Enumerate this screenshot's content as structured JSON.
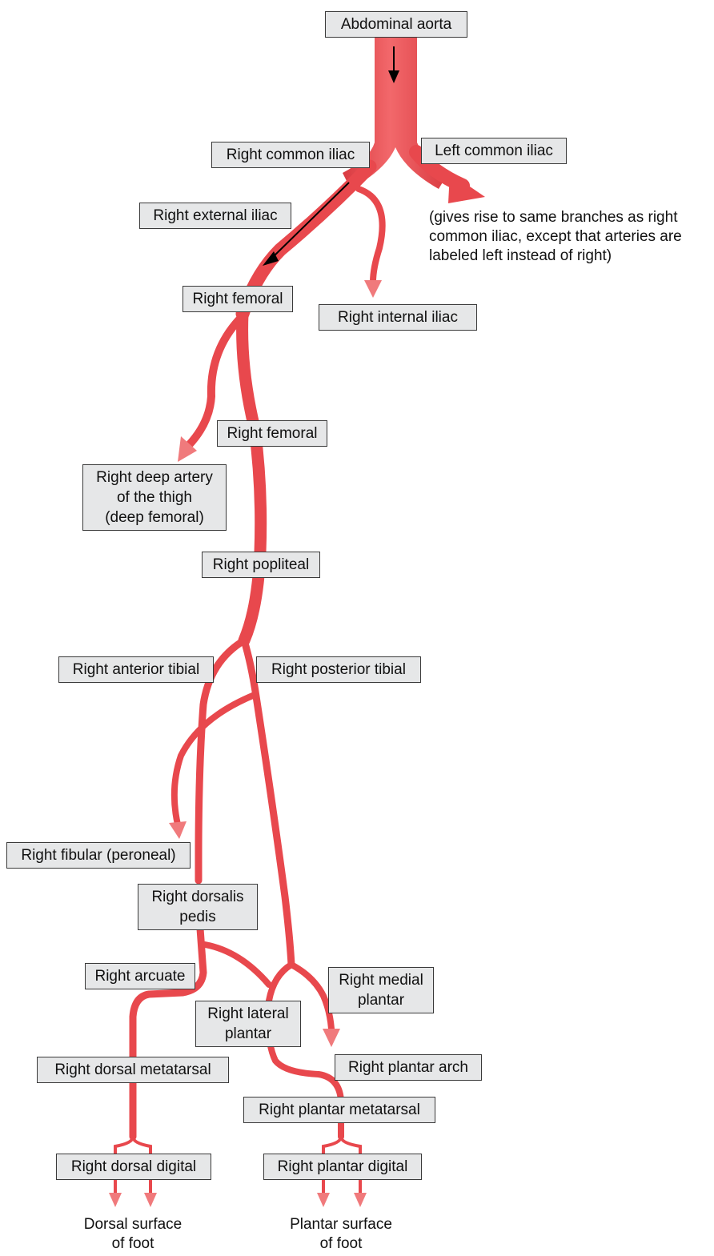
{
  "labels": {
    "abdominal_aorta": "Abdominal aorta",
    "right_common_iliac": "Right common iliac",
    "left_common_iliac": "Left common iliac",
    "left_note": "(gives rise to same branches as right\ncommon iliac, except that arteries are\nlabeled left instead of right)",
    "right_external_iliac": "Right external iliac",
    "right_femoral_upper": "Right femoral",
    "right_internal_iliac": "Right internal iliac",
    "right_femoral_lower": "Right femoral",
    "right_deep_artery": "Right deep artery\nof the thigh\n(deep femoral)",
    "right_popliteal": "Right popliteal",
    "right_anterior_tibial": "Right anterior tibial",
    "right_posterior_tibial": "Right posterior tibial",
    "right_fibular": "Right fibular (peroneal)",
    "right_dorsalis_pedis": "Right dorsalis\npedis",
    "right_arcuate": "Right arcuate",
    "right_medial_plantar": "Right medial\nplantar",
    "right_lateral_plantar": "Right lateral\nplantar",
    "right_plantar_arch": "Right plantar arch",
    "right_dorsal_metatarsal": "Right dorsal metatarsal",
    "right_plantar_metatarsal": "Right plantar metatarsal",
    "right_dorsal_digital": "Right dorsal digital",
    "right_plantar_digital": "Right plantar digital",
    "dorsal_surface": "Dorsal surface\nof foot",
    "plantar_surface": "Plantar surface\nof foot"
  },
  "colors": {
    "artery": "#e8484d",
    "artery_light": "#f07a7c",
    "label_fill": "#e6e7e8",
    "label_border": "#3a3a3a",
    "flow_arrow": "#000000"
  }
}
